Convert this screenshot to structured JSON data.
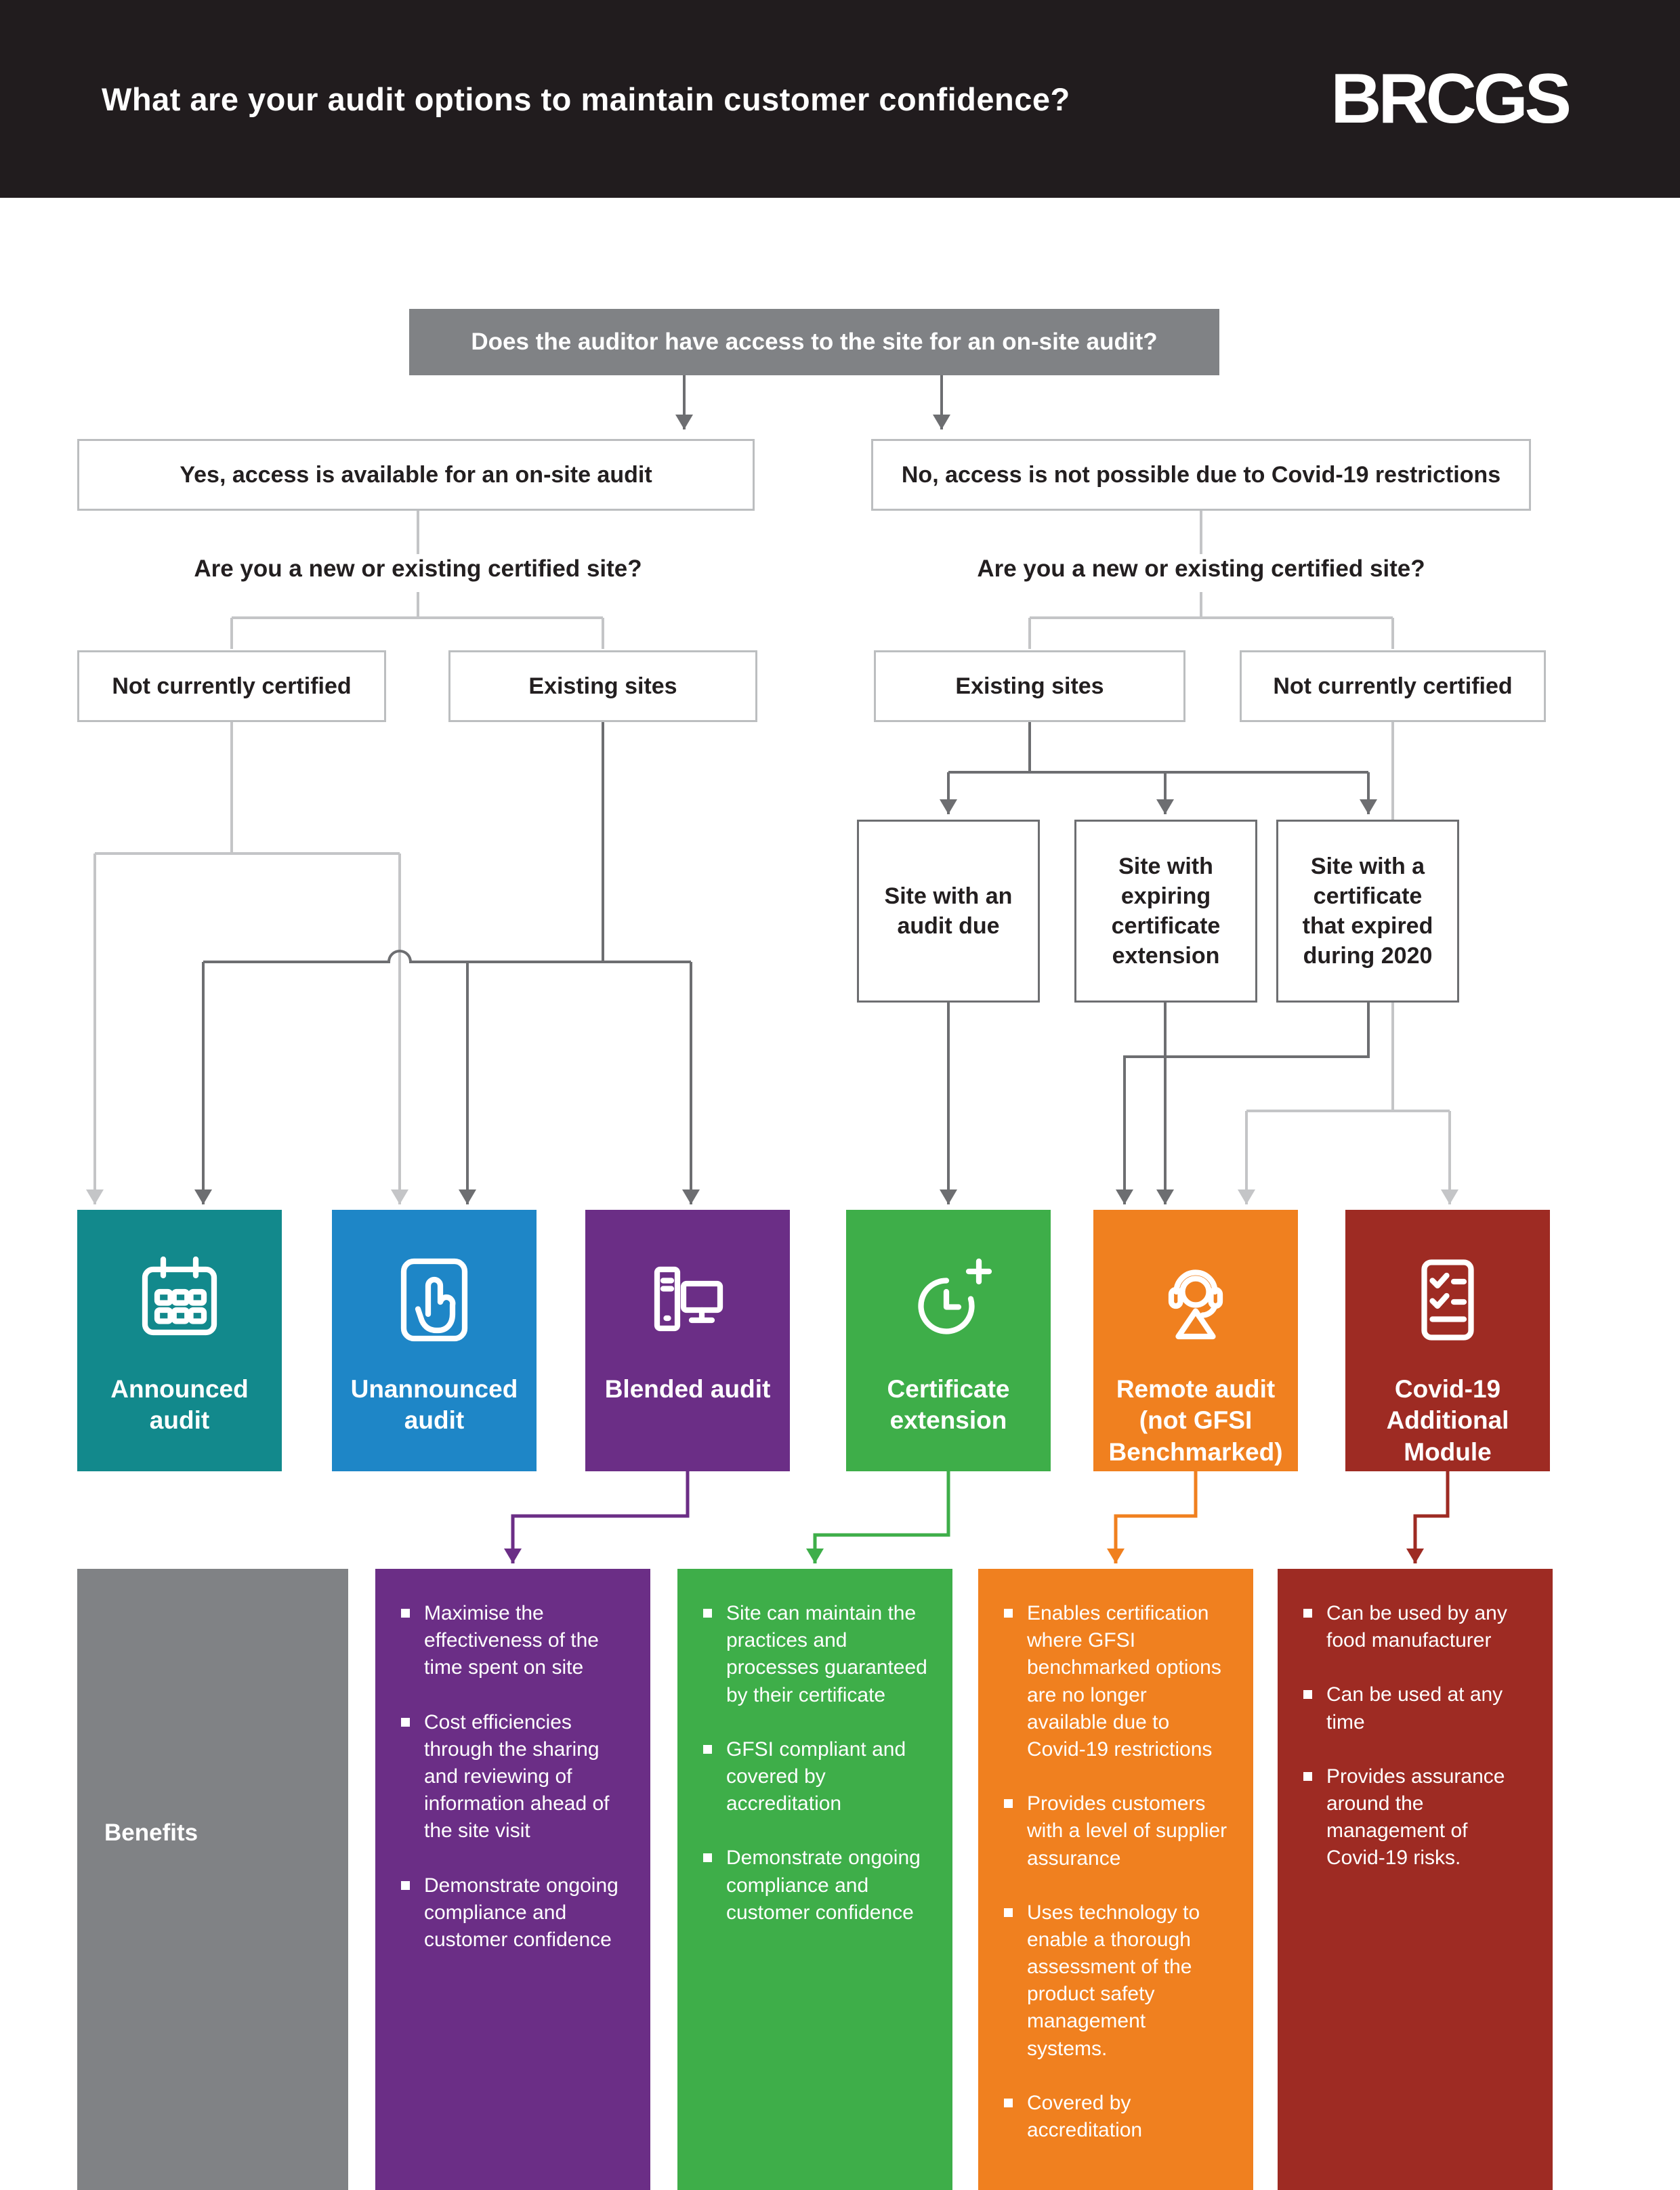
{
  "header": {
    "title": "What are your audit options to maintain customer confidence?",
    "logo_text": "BRCGS"
  },
  "colors": {
    "header_bg": "#211c1e",
    "question_gray": "#808285",
    "connector_dark": "#6d6e71",
    "connector_light": "#c4c5c7",
    "light_border": "#bcbec0"
  },
  "flow": {
    "root_question": "Does the auditor have access to the site for an on-site audit?",
    "yes_branch": {
      "answer": "Yes, access is available for an on-site audit",
      "question": "Are you a new or existing certified site?",
      "not_certified": "Not currently certified",
      "existing": "Existing sites"
    },
    "no_branch": {
      "answer": "No, access is not possible due to Covid-19 restrictions",
      "question": "Are you a new or existing certified site?",
      "existing": "Existing sites",
      "not_certified": "Not currently certified",
      "site_types": [
        "Site with an audit due",
        "Site with expiring certificate extension",
        "Site with a certificate that expired during 2020"
      ]
    }
  },
  "audit_options": [
    {
      "label": "Announced audit",
      "icon": "calendar-icon",
      "color": "#12898c"
    },
    {
      "label": "Unannounced audit",
      "icon": "tap-hand-icon",
      "color": "#1e86c7"
    },
    {
      "label": "Blended audit",
      "icon": "computer-icon",
      "color": "#6b2e86"
    },
    {
      "label": "Certificate extension",
      "icon": "clock-plus-icon",
      "color": "#3eae49"
    },
    {
      "label": "Remote audit (not GFSI Benchmarked)",
      "icon": "headset-person-icon",
      "color": "#f0801f"
    },
    {
      "label": "Covid-19 Additional Module",
      "icon": "checklist-icon",
      "color": "#9e2b23"
    }
  ],
  "benefits": {
    "row_label": "Benefits",
    "row_label_bg": "#808285",
    "columns": [
      {
        "color": "#6b2e86",
        "items": [
          "Maximise the effectiveness of the time spent on site",
          "Cost efficiencies through the sharing and reviewing of information ahead of the site visit",
          "Demonstrate ongoing compliance and customer confidence"
        ]
      },
      {
        "color": "#3eae49",
        "items": [
          "Site can maintain the practices and processes guaranteed by their certificate",
          "GFSI compliant and covered by accreditation",
          "Demonstrate ongoing compliance and customer confidence"
        ]
      },
      {
        "color": "#f0801f",
        "items": [
          "Enables certification where GFSI benchmarked options are no longer available due to Covid-19 restrictions",
          "Provides customers with a level of supplier assurance",
          "Uses technology to enable a thorough assessment of the product safety management systems.",
          "Covered by accreditation"
        ]
      },
      {
        "color": "#9e2b23",
        "items": [
          "Can be used by any food manufacturer",
          "Can be used at any time",
          "Provides assurance around the management of Covid-19 risks."
        ]
      }
    ]
  }
}
